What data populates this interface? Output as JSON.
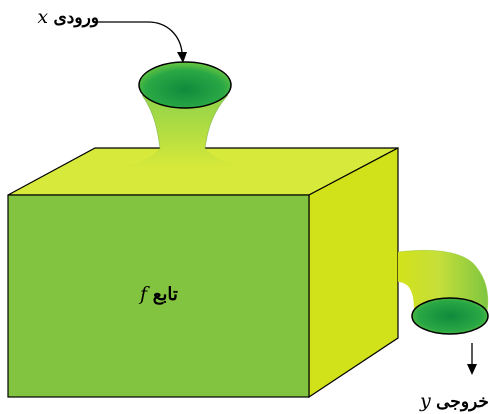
{
  "labels": {
    "input_word": "ورودی",
    "input_var": "x",
    "function_word": "تابع",
    "function_var": "f",
    "output_word": "خروجی",
    "output_var": "y"
  },
  "colors": {
    "box_front": "#82c440",
    "box_top": "#d7e93a",
    "box_side": "#d2e21a",
    "funnel_dark": "#0f8a3c",
    "funnel_light": "#c5e33a",
    "outline": "#000000"
  },
  "icons": [
    "arrow-curved-icon",
    "arrow-down-icon"
  ]
}
